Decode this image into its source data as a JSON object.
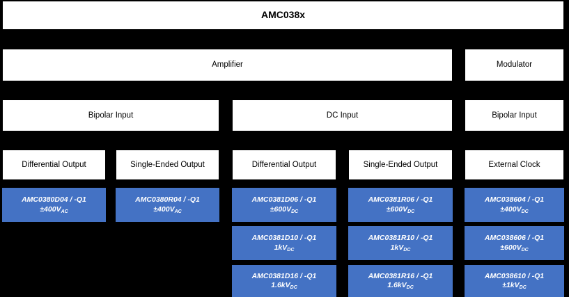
{
  "diagram": {
    "title": "AMC038x",
    "accent_color": "#4472C4",
    "background_color": "#000000",
    "box_color": "#FFFFFF"
  },
  "function_row": {
    "amplifier": "Amplifier",
    "modulator": "Modulator"
  },
  "input_row": {
    "bipolar_left": "Bipolar Input",
    "dc": "DC Input",
    "bipolar_right": "Bipolar Input"
  },
  "output_row": {
    "differential_1": "Differential Output",
    "single_ended_1": "Single-Ended Output",
    "differential_2": "Differential Output",
    "single_ended_2": "Single-Ended Output",
    "external_clock": "External Clock"
  },
  "parts": {
    "col1": [
      {
        "part": "AMC0380D04 / -Q1",
        "voltage": "±400V",
        "sub": "AC"
      }
    ],
    "col2": [
      {
        "part": "AMC0380R04 / -Q1",
        "voltage": "±400V",
        "sub": "AC"
      }
    ],
    "col3": [
      {
        "part": "AMC0381D06 / -Q1",
        "voltage": "±600V",
        "sub": "DC"
      },
      {
        "part": "AMC0381D10 / -Q1",
        "voltage": "1kV",
        "sub": "DC"
      },
      {
        "part": "AMC0381D16 / -Q1",
        "voltage": "1.6kV",
        "sub": "DC"
      }
    ],
    "col4": [
      {
        "part": "AMC0381R06 / -Q1",
        "voltage": "±600V",
        "sub": "DC"
      },
      {
        "part": "AMC0381R10 / -Q1",
        "voltage": "1kV",
        "sub": "DC"
      },
      {
        "part": "AMC0381R16 / -Q1",
        "voltage": "1.6kV",
        "sub": "DC"
      }
    ],
    "col5": [
      {
        "part": "AMC038604 / -Q1",
        "voltage": "±400V",
        "sub": "DC"
      },
      {
        "part": "AMC038606 / -Q1",
        "voltage": "±600V",
        "sub": "DC"
      },
      {
        "part": "AMC038610 / -Q1",
        "voltage": "±1kV",
        "sub": "DC"
      }
    ]
  }
}
